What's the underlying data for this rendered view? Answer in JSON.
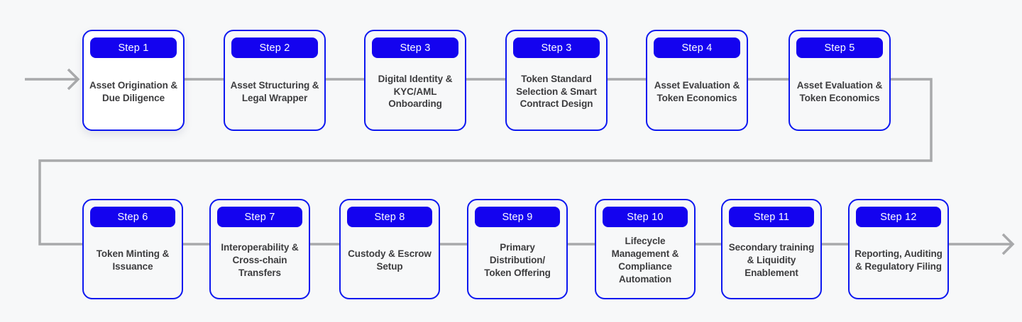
{
  "canvas": {
    "background": "#f7f8f9"
  },
  "colors": {
    "card_border_blue": "#0d18f0",
    "badge_blue": "#1403ef",
    "badge_text": "#ffffff",
    "highlight_card_bg": "#ffffff",
    "connector_gray": "#a8a9ab",
    "step_text": "#3d3d3f"
  },
  "flow": {
    "rows": [
      {
        "steps": [
          {
            "badge": "Step 1",
            "title": "Asset Origination &\nDue Diligence",
            "highlighted": true
          },
          {
            "badge": "Step 2",
            "title": "Asset Structuring &\nLegal Wrapper",
            "highlighted": false
          },
          {
            "badge": "Step 3",
            "title": "Digital Identity &\nKYC/AML\nOnboarding",
            "highlighted": false
          },
          {
            "badge": "Step 3",
            "title": "Token Standard\nSelection & Smart\nContract Design",
            "highlighted": false
          },
          {
            "badge": "Step 4",
            "title": "Asset Evaluation &\nToken Economics",
            "highlighted": false
          },
          {
            "badge": "Step 5",
            "title": "Asset Evaluation &\nToken Economics",
            "highlighted": false
          }
        ]
      },
      {
        "steps": [
          {
            "badge": "Step 6",
            "title": "Token Minting &\nIssuance",
            "highlighted": false
          },
          {
            "badge": "Step 7",
            "title": "Interoperability &\nCross-chain\nTransfers",
            "highlighted": false
          },
          {
            "badge": "Step 8",
            "title": "Custody & Escrow\nSetup",
            "highlighted": false
          },
          {
            "badge": "Step 9",
            "title": "Primary Distribution/\nToken Offering",
            "highlighted": false
          },
          {
            "badge": "Step 10",
            "title": "Lifecycle\nManagement &\nCompliance\nAutomation",
            "highlighted": false
          },
          {
            "badge": "Step 11",
            "title": "Secondary training\n& Liquidity\nEnablement",
            "highlighted": false
          },
          {
            "badge": "Step 12",
            "title": "Reporting, Auditing\n& Regulatory Filing",
            "highlighted": false
          }
        ]
      }
    ]
  }
}
